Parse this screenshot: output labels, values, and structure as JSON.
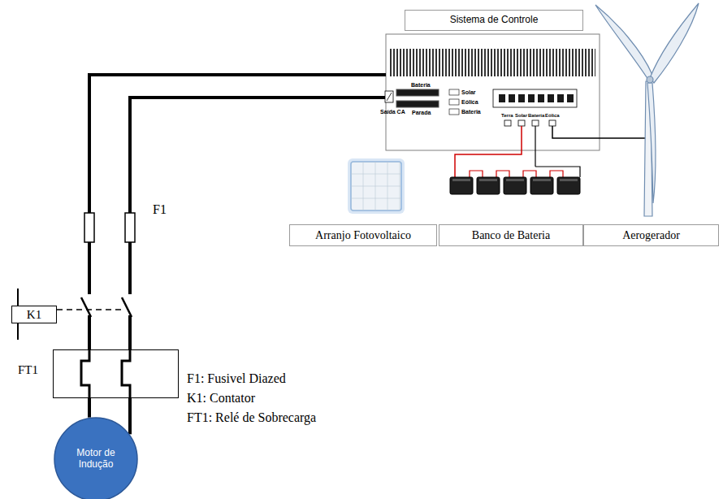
{
  "diagram": {
    "nodes": [
      {
        "text": [
          "Sistema de Controle"
        ]
      },
      {
        "text": [
          "Arranjo Fotovoltaico"
        ]
      },
      {
        "text": [
          "Banco de Bateria"
        ]
      },
      {
        "text": [
          "Aerogerador"
        ]
      },
      {
        "text": [
          "K1"
        ]
      },
      {
        "text": [
          "FT1"
        ]
      },
      {
        "text": [
          "Motor de Indução"
        ]
      }
    ],
    "edges": [
      {
        "from": 5,
        "to": 6,
        "arrow": "none"
      },
      {
        "from": 5,
        "to": 6,
        "arrow": "none"
      }
    ],
    "labels": [
      "Bateria",
      "Saída CA",
      "Parada",
      "Solar",
      "Eólica",
      "Bateria",
      "Terra",
      "Solar",
      "Bateria",
      "Eólica",
      "F1",
      "F1: Fusivel Diazed",
      "K1: Contator",
      "FT1: Relé de Sobrecarga"
    ]
  }
}
